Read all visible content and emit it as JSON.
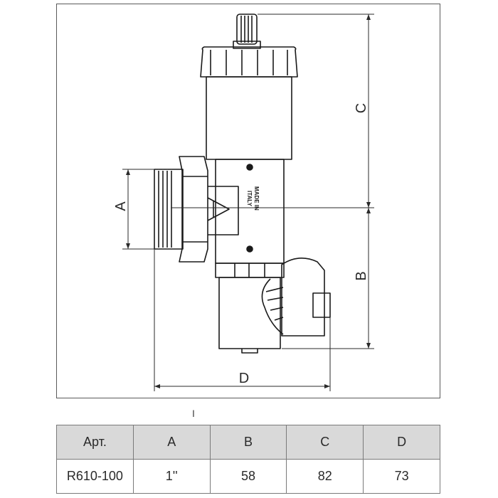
{
  "drawing": {
    "dimensions": {
      "a": "A",
      "b": "B",
      "c": "C",
      "d": "D"
    },
    "stamp": {
      "line1": "MADE IN",
      "line2": "ITALY"
    },
    "line_color": "#1a1a1a",
    "body_fill": "#ffffff"
  },
  "cursor_glyph": "I",
  "spec_table": {
    "headers": [
      "Арт.",
      "A",
      "B",
      "C",
      "D"
    ],
    "rows": [
      [
        "R610-100",
        "1''",
        "58",
        "82",
        "73"
      ]
    ],
    "header_bg": "#d9d9d9"
  }
}
